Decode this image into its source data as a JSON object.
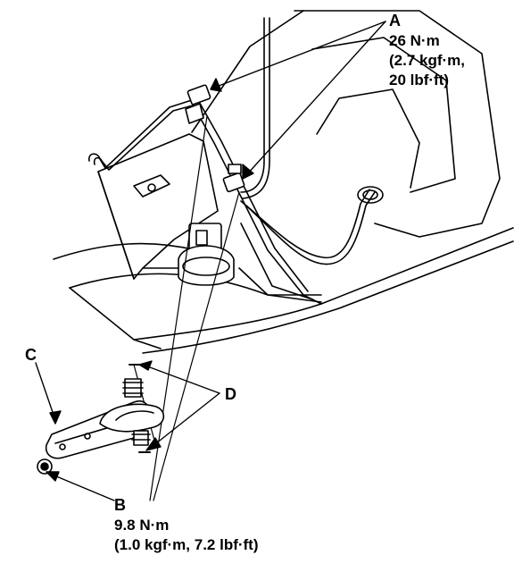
{
  "callouts": {
    "a": {
      "letter": "A",
      "line1": "26 N·m",
      "line2": "(2.7 kgf·m,",
      "line3": "20 lbf·ft)"
    },
    "b": {
      "letter": "B",
      "line1": "9.8 N·m",
      "line2": "(1.0 kgf·m, 7.2 lbf·ft)"
    },
    "c": {
      "letter": "C"
    },
    "d": {
      "letter": "D"
    }
  }
}
